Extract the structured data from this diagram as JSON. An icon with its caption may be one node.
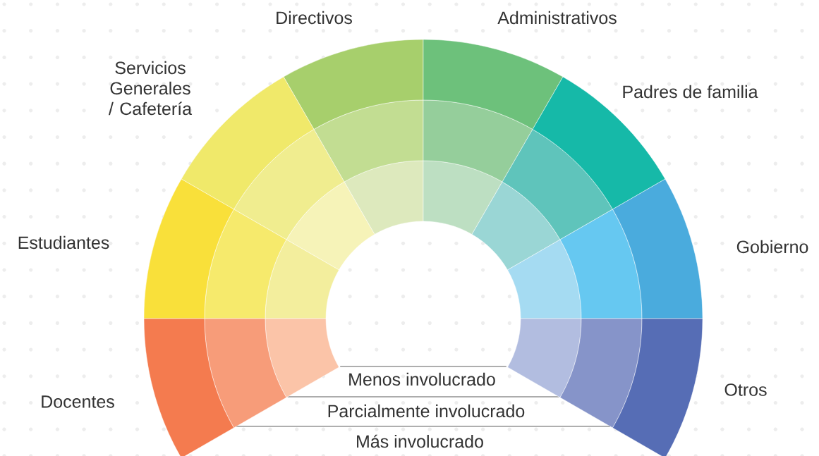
{
  "diagram": {
    "nodes": [
      {
        "text": [
          "Directivos"
        ]
      },
      {
        "text": [
          "Administrativos"
        ]
      },
      {
        "text": [
          "Servicios Generales / Cafetería"
        ]
      },
      {
        "text": [
          "Padres de familia"
        ]
      },
      {
        "text": [
          "Estudiantes"
        ]
      },
      {
        "text": [
          "Gobierno"
        ]
      },
      {
        "text": [
          "Docentes"
        ]
      },
      {
        "text": [
          "Otros"
        ]
      }
    ],
    "labels": [
      "Menos involucrado",
      "Parcialmente involucrado",
      "Más involucrado"
    ]
  }
}
